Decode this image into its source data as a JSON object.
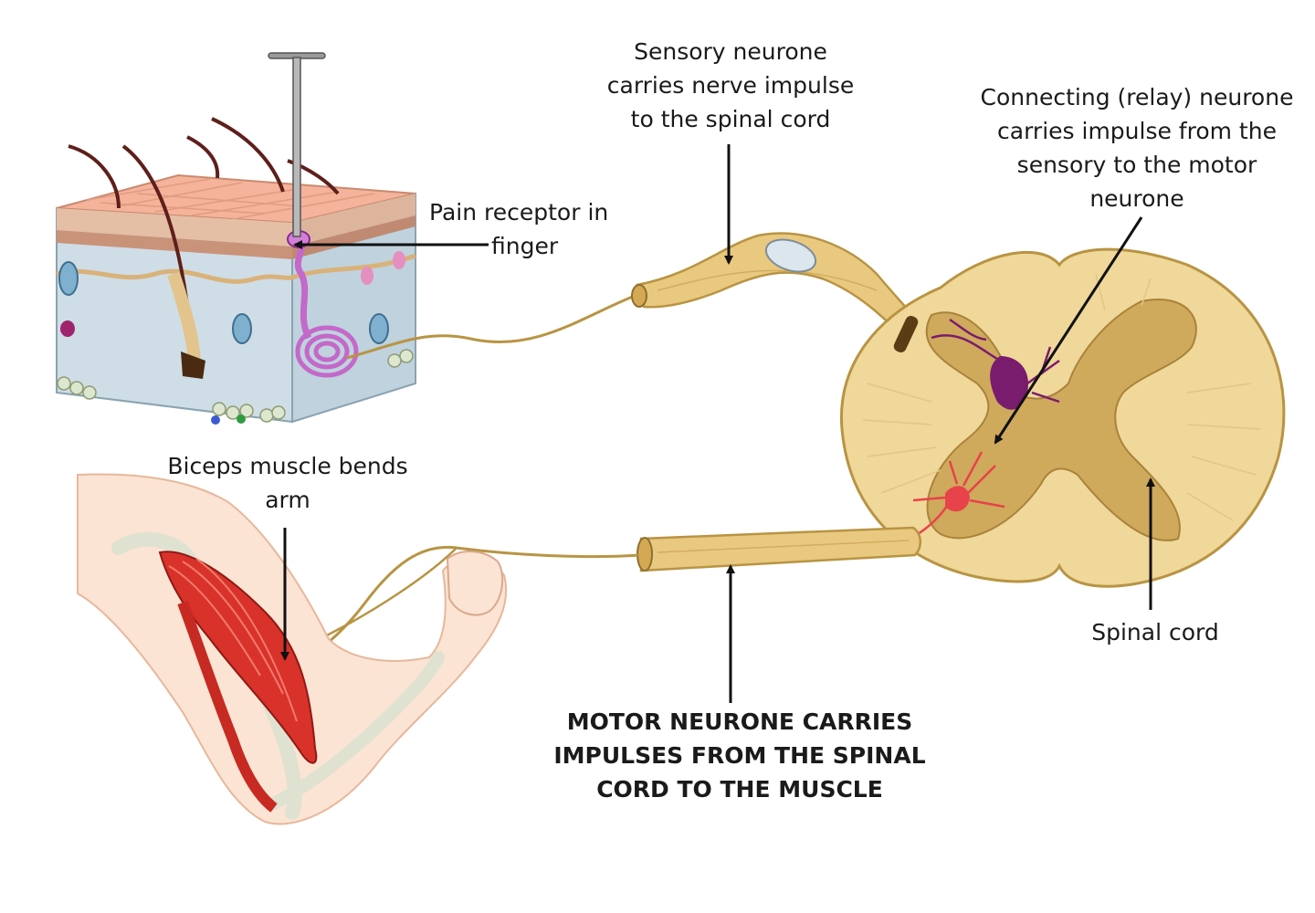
{
  "labels": {
    "sensory": [
      "Sensory neurone",
      "carries nerve impulse",
      "to the spinal cord"
    ],
    "relay": [
      "Connecting (relay) neurone",
      "carries impulse from the",
      "sensory to the motor",
      "neurone"
    ],
    "pain": [
      "Pain receptor in",
      "finger"
    ],
    "biceps": [
      "Biceps muscle bends",
      "arm"
    ],
    "spinal": [
      "Spinal cord"
    ],
    "motor": [
      "MOTOR NEURONE CARRIES",
      "IMPULSES FROM THE SPINAL",
      "CORD TO THE MUSCLE"
    ]
  },
  "colors": {
    "nerve": "#e9c97f",
    "nerve_outline": "#b89443",
    "cord_fill": "#f0d79a",
    "grey_matter": "#cfa95c",
    "skin_top": "#f4b39a",
    "tissue": "#cfdde6",
    "receptor": "#c468c9",
    "muscle": "#d9322a",
    "motor_cell": "#e8424a",
    "relay_cell": "#7a1c6d",
    "arrow": "#111111"
  }
}
